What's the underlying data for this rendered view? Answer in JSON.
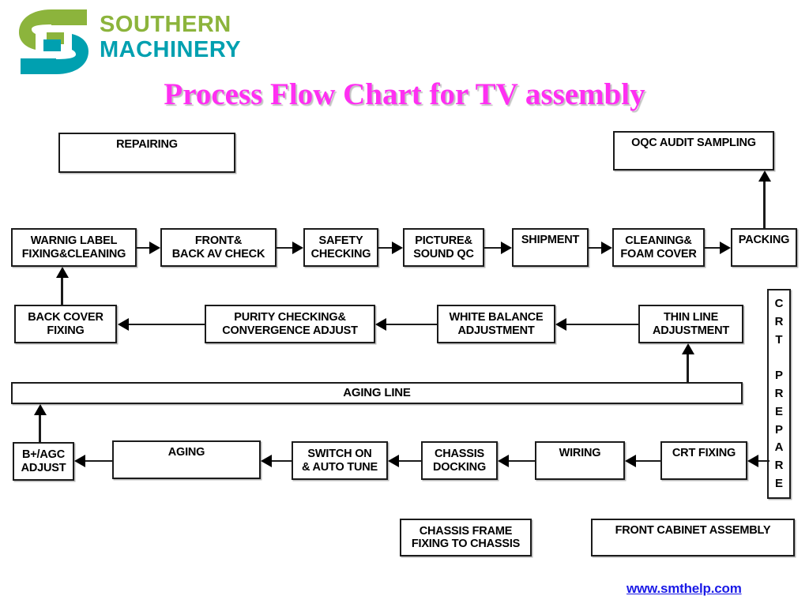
{
  "brand": {
    "name_line1": "SOUTHERN",
    "name_line2": "MACHINERY",
    "logo_icon": "southern-machinery-s-logo",
    "color_green": "#8cb43c",
    "color_teal": "#00a0b0"
  },
  "title": "Process Flow Chart for TV assembly",
  "title_color": "#ff2ff2",
  "footer": {
    "url": "www.smthelp.com",
    "color": "#1a1ae6"
  },
  "chart_data": {
    "type": "diagram",
    "title": "Process Flow Chart for TV assembly",
    "nodes": [
      {
        "id": "repairing",
        "label": "REPAIRING",
        "row": "standalone-top"
      },
      {
        "id": "oqc-audit-sampling",
        "label": "OQC AUDIT SAMPLING",
        "row": "standalone-top"
      },
      {
        "id": "warnig-label",
        "label": "WARNIG LABEL\nFIXING&CLEANING",
        "row": 1
      },
      {
        "id": "front-back-av-check",
        "label": "FRONT&\nBACK AV CHECK",
        "row": 1
      },
      {
        "id": "safety-checking",
        "label": "SAFETY\nCHECKING",
        "row": 1
      },
      {
        "id": "picture-sound-qc",
        "label": "PICTURE&\nSOUND QC",
        "row": 1
      },
      {
        "id": "shipment",
        "label": "SHIPMENT",
        "row": 1
      },
      {
        "id": "cleaning-foam-cover",
        "label": "CLEANING&\nFOAM COVER",
        "row": 1
      },
      {
        "id": "packing",
        "label": "PACKING",
        "row": 1
      },
      {
        "id": "back-cover-fixing",
        "label": "BACK COVER\nFIXING",
        "row": 2
      },
      {
        "id": "purity-convergence",
        "label": "PURITY CHECKING&\nCONVERGENCE ADJUST",
        "row": 2
      },
      {
        "id": "white-balance",
        "label": "WHITE BALANCE\nADJUSTMENT",
        "row": 2
      },
      {
        "id": "thin-line-adjustment",
        "label": "THIN LINE\nADJUSTMENT",
        "row": 2
      },
      {
        "id": "crt-prepare",
        "label": "C\nR\nT\n\nP\nR\nE\nP\nA\nR\nE",
        "row": "right-vertical"
      },
      {
        "id": "aging-line",
        "label": "AGING LINE",
        "row": 3
      },
      {
        "id": "bplus-agc-adjust",
        "label": "B+/AGC\nADJUST",
        "row": 4
      },
      {
        "id": "aging",
        "label": "AGING",
        "row": 4
      },
      {
        "id": "switch-on-auto-tune",
        "label": "SWITCH ON\n& AUTO TUNE",
        "row": 4
      },
      {
        "id": "chassis-docking",
        "label": "CHASSIS\nDOCKING",
        "row": 4
      },
      {
        "id": "wiring",
        "label": "WIRING",
        "row": 4
      },
      {
        "id": "crt-fixing",
        "label": "CRT FIXING",
        "row": 4
      },
      {
        "id": "chassis-frame-fixing",
        "label": "CHASSIS FRAME\nFIXING TO CHASSIS",
        "row": "standalone-bottom"
      },
      {
        "id": "front-cabinet-assembly",
        "label": "FRONT CABINET ASSEMBLY",
        "row": "standalone-bottom"
      }
    ],
    "edges": [
      {
        "from": "warnig-label",
        "to": "front-back-av-check",
        "dir": "right"
      },
      {
        "from": "front-back-av-check",
        "to": "safety-checking",
        "dir": "right"
      },
      {
        "from": "safety-checking",
        "to": "picture-sound-qc",
        "dir": "right"
      },
      {
        "from": "picture-sound-qc",
        "to": "shipment",
        "dir": "right"
      },
      {
        "from": "shipment",
        "to": "cleaning-foam-cover",
        "dir": "right"
      },
      {
        "from": "cleaning-foam-cover",
        "to": "packing",
        "dir": "right"
      },
      {
        "from": "packing",
        "to": "oqc-audit-sampling",
        "dir": "up"
      },
      {
        "from": "back-cover-fixing",
        "to": "warnig-label",
        "dir": "up"
      },
      {
        "from": "purity-convergence",
        "to": "back-cover-fixing",
        "dir": "left"
      },
      {
        "from": "white-balance",
        "to": "purity-convergence",
        "dir": "left"
      },
      {
        "from": "thin-line-adjustment",
        "to": "white-balance",
        "dir": "left"
      },
      {
        "from": "aging-line",
        "to": "thin-line-adjustment",
        "dir": "up"
      },
      {
        "from": "bplus-agc-adjust",
        "to": "aging-line",
        "dir": "up"
      },
      {
        "from": "aging",
        "to": "bplus-agc-adjust",
        "dir": "left"
      },
      {
        "from": "switch-on-auto-tune",
        "to": "aging",
        "dir": "left"
      },
      {
        "from": "chassis-docking",
        "to": "switch-on-auto-tune",
        "dir": "left"
      },
      {
        "from": "wiring",
        "to": "chassis-docking",
        "dir": "left"
      },
      {
        "from": "crt-fixing",
        "to": "wiring",
        "dir": "left"
      },
      {
        "from": "crt-prepare",
        "to": "crt-fixing",
        "dir": "left"
      }
    ]
  }
}
